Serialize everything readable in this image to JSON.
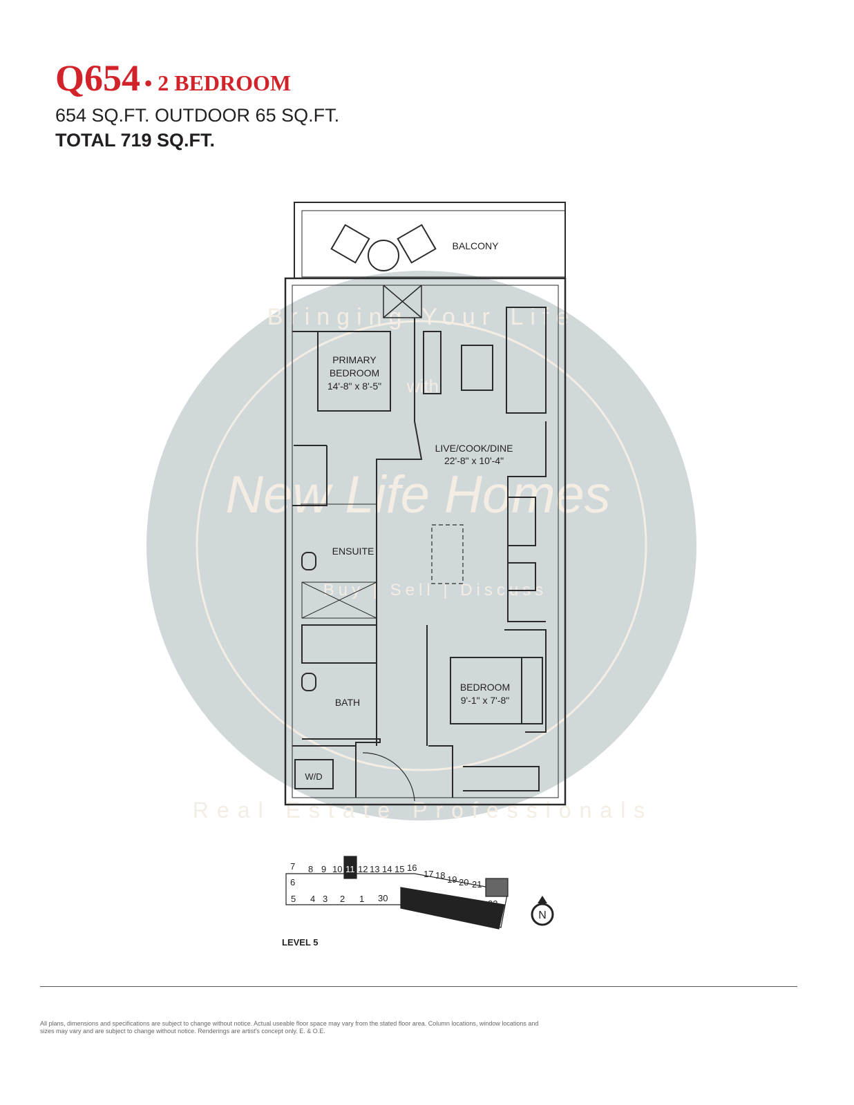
{
  "header": {
    "unit_code": "Q654",
    "unit_type": "• 2 BEDROOM",
    "interior_area": "654 SQ.FT. OUTDOOR 65 SQ.FT.",
    "total_area": "TOTAL 719 SQ.FT."
  },
  "rooms": {
    "balcony": "BALCONY",
    "primary_bedroom": {
      "name1": "PRIMARY",
      "name2": "BEDROOM",
      "dims": "14'-8\" x 8'-5\""
    },
    "live": {
      "name": "LIVE/COOK/DINE",
      "dims": "22'-8\" x 10'-4\""
    },
    "ensuite": "ENSUITE",
    "bath": "BATH",
    "bedroom": {
      "name": "BEDROOM",
      "dims": "9'-1\" x 7'-8\""
    },
    "wd": "W/D"
  },
  "watermark": {
    "top": "Bringing Your Life",
    "mid": "with",
    "brand": "New Life Homes",
    "tag": "Buy | Sell | Discuss",
    "bottom": "Real Estate Professionals"
  },
  "keyplan": {
    "units_top": [
      "7",
      "8",
      "9",
      "10",
      "11",
      "12",
      "13",
      "14",
      "15",
      "16",
      "17",
      "18",
      "19",
      "20",
      "21"
    ],
    "units_bottom": [
      "6",
      "5",
      "4",
      "3",
      "2",
      "1",
      "30",
      "22"
    ],
    "highlighted": "11",
    "level": "LEVEL 5",
    "north": "N"
  },
  "disclaimer": "All plans, dimensions and specifications are subject to change without notice. Actual useable floor space may vary from the stated floor area. Column locations, window locations and sizes may vary and are subject to change without notice. Renderings are artist's concept only. E. & O.E.",
  "colors": {
    "accent": "#d2232a",
    "watermark": "#c9d1d4"
  }
}
